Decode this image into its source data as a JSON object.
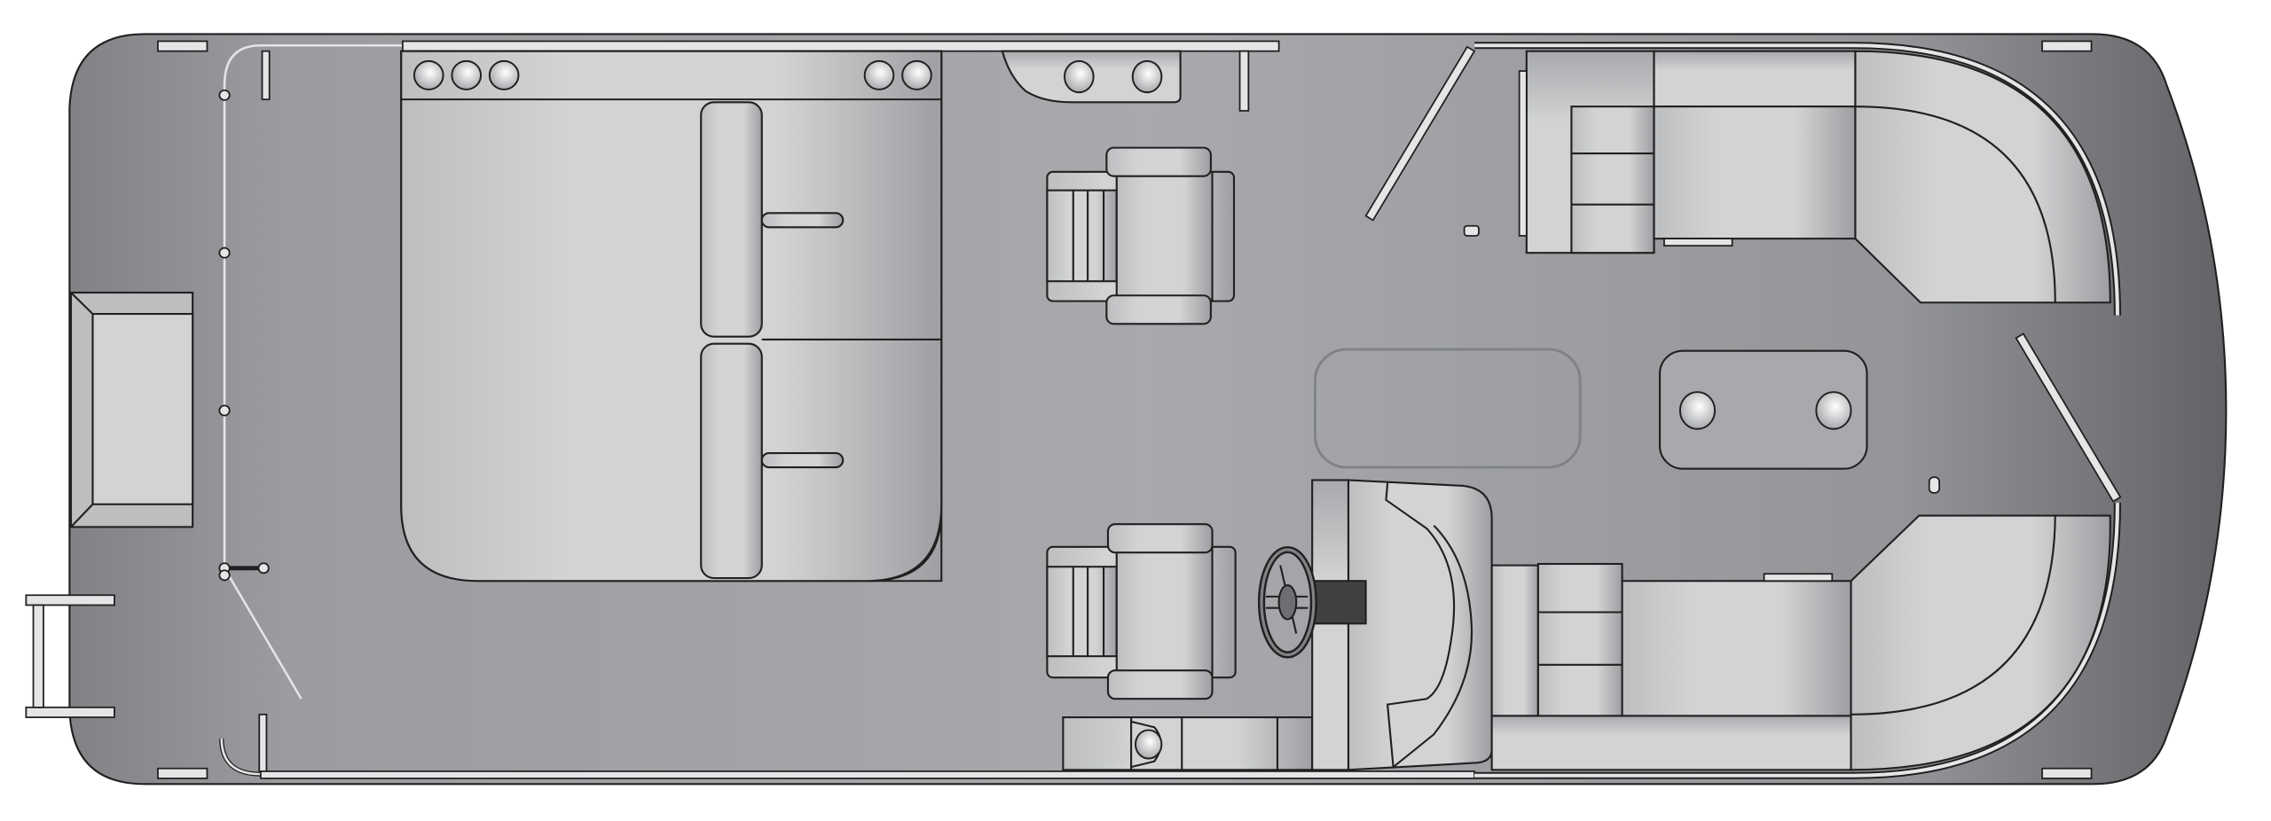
{
  "diagram": {
    "type": "boat-floor-plan",
    "colors": {
      "deck_light": "#a7a9ac",
      "deck_dark": "#6d6e71",
      "seat_light": "#d1d3d4",
      "seat_dark": "#9d9fa2",
      "outline": "#231f20",
      "helm_console": "#414042"
    },
    "components": [
      "bow-lounge-port",
      "bow-lounge-starboard",
      "bow-gates",
      "center-table",
      "helm-console",
      "steering-wheel",
      "captain-chair",
      "passenger-chair",
      "stern-rear-lounge",
      "stern-ladder",
      "swim-platform-storage",
      "floor-hatch"
    ]
  }
}
